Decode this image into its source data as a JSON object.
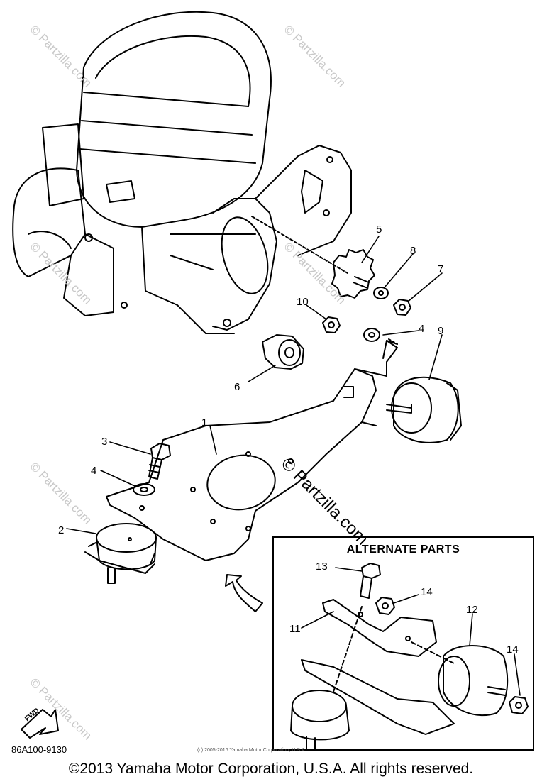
{
  "callouts": {
    "c1": "1",
    "c2": "2",
    "c3": "3",
    "c4a": "4",
    "c4b": "4",
    "c5": "5",
    "c6": "6",
    "c7": "7",
    "c8": "8",
    "c9": "9",
    "c10": "10",
    "c11": "11",
    "c12": "12",
    "c13": "13",
    "c14a": "14",
    "c14b": "14"
  },
  "alternate_box": {
    "title": "ALTERNATE PARTS"
  },
  "fwd_label": "FWD",
  "diagram_code": "86A100-9130",
  "small_copyright": "(c) 2005-2016 Yamaha Motor Corporation, U.S.A.",
  "copyright": "©2013 Yamaha Motor Corporation, U.S.A. All rights reserved.",
  "watermark": "© Partzilla.com"
}
